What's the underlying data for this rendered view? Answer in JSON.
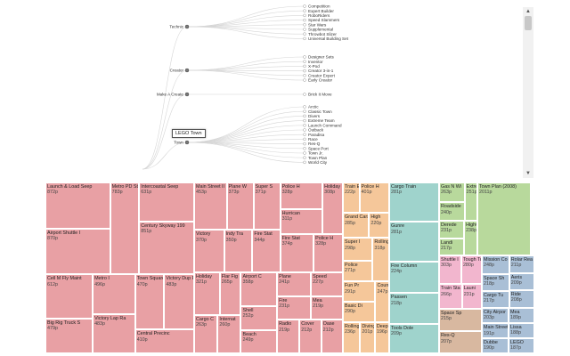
{
  "tooltip": "LEGO Town",
  "tree": {
    "branches": [
      {
        "label": "Technic",
        "leaves": [
          "Competition",
          "Expert Builder",
          "RoboRiders",
          "Speed Slammers",
          "Star Wars",
          "Supplemental",
          "Throwbot Slizer",
          "Universal Building Set"
        ]
      },
      {
        "label": "Creator",
        "leaves": [
          "Designer Sets",
          "Inventor",
          "X-Pod",
          "Creator 3-in-1",
          "Creator Expert",
          "Early Creator"
        ]
      },
      {
        "label": "Make A Create",
        "leaves": [
          "Brick It Move"
        ]
      },
      {
        "label": "Town",
        "leaves": [
          "Arctic",
          "Classic Town",
          "Divers",
          "Extreme Team",
          "Launch Command",
          "Outback",
          "Paradisa",
          "Race",
          "Res-Q",
          "Space Port",
          "Town Jr.",
          "Town Plan",
          "World City"
        ]
      }
    ]
  },
  "scrollbar": {
    "up": "▲",
    "down": "▼"
  },
  "treemap": {
    "groups": [
      {
        "name": "town-group",
        "color": "#e8a0a4",
        "tiles": [
          {
            "label": "Launch & Load Seep",
            "value": "872p"
          },
          {
            "label": "Airport Shuttle I",
            "value": "870p"
          },
          {
            "label": "Metro PD Station",
            "value": "783p"
          },
          {
            "label": "Intercoastal Seep",
            "value": "631p"
          },
          {
            "label": "Century Skyway 199",
            "value": "851p"
          },
          {
            "label": "Cell M Fly Maint",
            "value": "612p"
          },
          {
            "label": "Big Rig Truck S",
            "value": "479p"
          },
          {
            "label": "Metro I",
            "value": "496p"
          },
          {
            "label": "Victory Lap Ra",
            "value": "483p"
          },
          {
            "label": "Town Square - Ce",
            "value": "470p"
          },
          {
            "label": "Victory Dup Rac",
            "value": "483p"
          },
          {
            "label": "Central Precinc",
            "value": "410p"
          },
          {
            "label": "Main Street II",
            "value": "453p"
          },
          {
            "label": "Plane W",
            "value": "373p"
          },
          {
            "label": "Super S",
            "value": "371p"
          },
          {
            "label": "Victory",
            "value": "370p"
          },
          {
            "label": "Indy Tra",
            "value": "350p"
          },
          {
            "label": "Fire Stat",
            "value": "344p"
          },
          {
            "label": "Police H",
            "value": "328p"
          },
          {
            "label": "Hurrican",
            "value": "311p"
          },
          {
            "label": "Holiday",
            "value": "308p"
          },
          {
            "label": "Fire Stat",
            "value": "374p"
          },
          {
            "label": "Police H",
            "value": "328p"
          },
          {
            "label": "Holiday",
            "value": "321p"
          },
          {
            "label": "Flar Fig",
            "value": "265p"
          },
          {
            "label": "Cargo C",
            "value": "263p"
          },
          {
            "label": "Internat",
            "value": "260p"
          },
          {
            "label": "Airport C",
            "value": "358p"
          },
          {
            "label": "Shell",
            "value": "252p"
          },
          {
            "label": "Beach",
            "value": "249p"
          },
          {
            "label": "Plane",
            "value": "241p"
          },
          {
            "label": "Fire",
            "value": "231p"
          },
          {
            "label": "Speed",
            "value": "227p"
          },
          {
            "label": "Mea",
            "value": "219p"
          },
          {
            "label": "Radio",
            "value": "219p"
          },
          {
            "label": "Cover",
            "value": "212p"
          },
          {
            "label": "Oase",
            "value": "212p"
          }
        ]
      },
      {
        "name": "creator-group",
        "color": "#f5c79a",
        "tiles": [
          {
            "label": "Train Engine",
            "value": "222p"
          },
          {
            "label": "Police H",
            "value": "401p"
          },
          {
            "label": "Grand Cars",
            "value": "285p"
          },
          {
            "label": "High",
            "value": "220p"
          },
          {
            "label": "Super I",
            "value": "298p"
          },
          {
            "label": "Police",
            "value": "271p"
          },
          {
            "label": "Rolling Ac",
            "value": "318p"
          },
          {
            "label": "Fun Pr",
            "value": "291p"
          },
          {
            "label": "Basic Di",
            "value": "290p"
          },
          {
            "label": "Country Cl",
            "value": "247p"
          },
          {
            "label": "Rolling",
            "value": "236p"
          },
          {
            "label": "Diving Cupe",
            "value": "201p"
          },
          {
            "label": "Deep",
            "value": "196p"
          }
        ]
      },
      {
        "name": "technic-group",
        "color": "#9fd3cc",
        "tiles": [
          {
            "label": "Cargo Train",
            "value": "281p"
          },
          {
            "label": "Gunre",
            "value": "281p"
          },
          {
            "label": "Fire Column",
            "value": "224p"
          },
          {
            "label": "Passen",
            "value": "218p"
          },
          {
            "label": "Tools Dole",
            "value": "209p"
          }
        ]
      },
      {
        "name": "creator-expert-group",
        "color": "#b8d99c",
        "tiles": [
          {
            "label": "Gas N Wi",
            "value": "263p"
          },
          {
            "label": "Roadside",
            "value": "240p"
          },
          {
            "label": "Extreme",
            "value": "251p"
          },
          {
            "label": "Derede",
            "value": "231p"
          },
          {
            "label": "Landi",
            "value": "217p"
          },
          {
            "label": "Highway",
            "value": "238p"
          },
          {
            "label": "Town Plan (2008)",
            "value": "2011p"
          }
        ]
      },
      {
        "name": "other-group",
        "color": "#a9bfd6",
        "tiles": [
          {
            "label": "Mission Co",
            "value": "248p"
          },
          {
            "label": "Space Sh",
            "value": "218p"
          },
          {
            "label": "Cargo Tu",
            "value": "217p"
          },
          {
            "label": "Rolar Rea",
            "value": "211p"
          },
          {
            "label": "Aeris",
            "value": "209p"
          },
          {
            "label": "Ride",
            "value": "208p"
          },
          {
            "label": "City Airpor",
            "value": "203p"
          },
          {
            "label": "Main Street",
            "value": "191p"
          },
          {
            "label": "Dubbe",
            "value": "190p"
          },
          {
            "label": "Mea",
            "value": "189p"
          },
          {
            "label": "Lissa",
            "value": "188p"
          },
          {
            "label": "LEGO",
            "value": "187p"
          }
        ]
      },
      {
        "name": "pink-group",
        "color": "#f2b6ce",
        "tiles": [
          {
            "label": "Shuttle I",
            "value": "303p"
          },
          {
            "label": "Tough Tr",
            "value": "280p"
          },
          {
            "label": "Train Sta",
            "value": "266p"
          },
          {
            "label": "Launi",
            "value": "231p"
          }
        ]
      },
      {
        "name": "brown-group",
        "color": "#d8b8a0",
        "tiles": [
          {
            "label": "Space Sp",
            "value": "215p"
          },
          {
            "label": "Res-Q",
            "value": "207p"
          }
        ]
      }
    ]
  }
}
